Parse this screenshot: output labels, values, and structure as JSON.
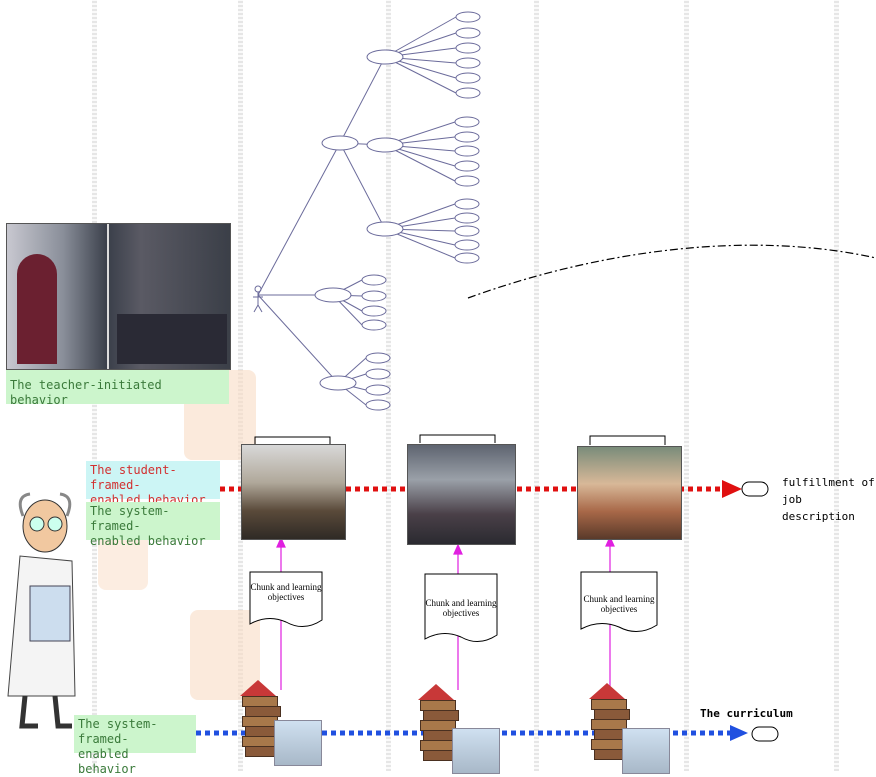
{
  "labels": {
    "teacher_initiated": "The teacher-initiated behavior",
    "student_framed": "The student-framed-\nenabled behavior",
    "system_framed_top": "The system-framed-\nenabled behavior",
    "system_framed_bottom": "The system-framed-\nenabled behavior",
    "fulfillment": "fulfillment of\njob description",
    "curriculum": "The curriculum",
    "chunk_1": "Chunk and learning\nobjectives",
    "chunk_2": "Chunk and learning\nobjectives",
    "chunk_3": "Chunk and learning\nobjectives"
  },
  "colors": {
    "red_arrow": "#e01010",
    "blue_arrow": "#2050e0",
    "magenta_arrow": "#e020e0",
    "tree_lines": "#6b6b9b",
    "label_green_bg": "#ccf5cc",
    "label_cyan_bg": "#ccf5f5"
  },
  "icons": {
    "professor": "cartoon-professor-icon",
    "book_stack": "book-stack-icon",
    "stick_figure": "stick-figure-icon",
    "terminal": "terminal-shape-icon"
  }
}
